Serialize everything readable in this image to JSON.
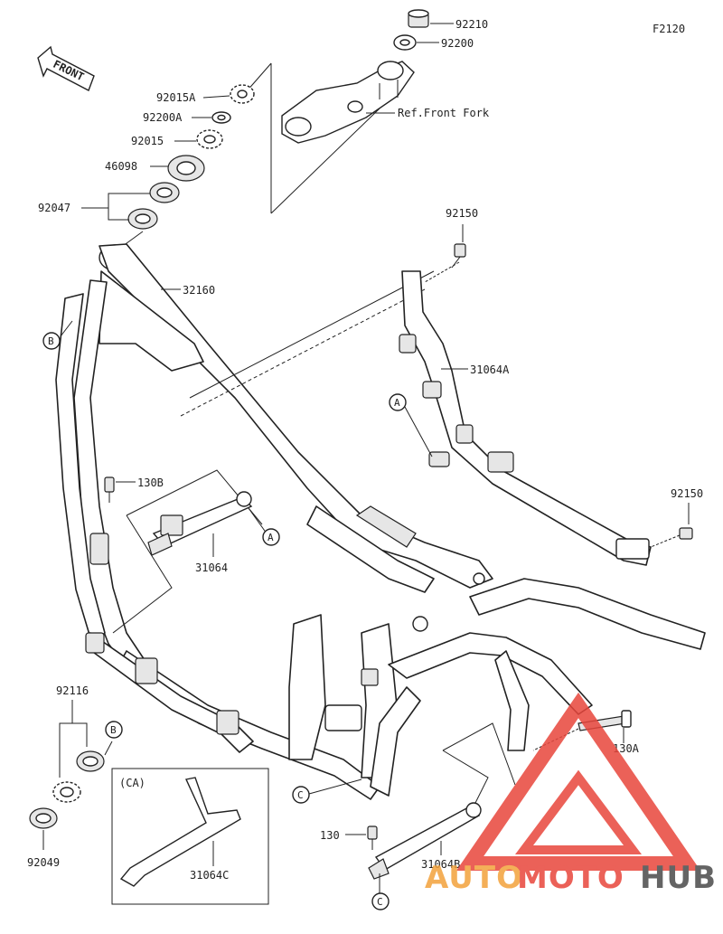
{
  "diagram_code": "F2120",
  "front_label": "FRONT",
  "inset_label": "(CA)",
  "ref_note": "Ref.Front Fork",
  "callouts": {
    "a": "A",
    "b": "B",
    "c": "C"
  },
  "parts": {
    "p92210": "92210",
    "p92200": "92200",
    "p92015a": "92015A",
    "p92200a": "92200A",
    "p92015": "92015",
    "p46098": "46098",
    "p92047": "92047",
    "p32160": "32160",
    "p92150_top": "92150",
    "p31064a": "31064A",
    "p92150_right": "92150",
    "p130b": "130B",
    "p31064": "31064",
    "p92116": "92116",
    "p92049": "92049",
    "p31064c": "31064C",
    "p130a": "130A",
    "p130": "130",
    "p31064b": "31064B"
  },
  "watermark": {
    "part1": "AUTO",
    "part2": "MOTO",
    "part3": "HUB"
  },
  "colors": {
    "line": "#222222",
    "watermark_red": "#e8463c",
    "watermark_orange": "#f3a23b",
    "watermark_grey": "#4a4a4a"
  }
}
